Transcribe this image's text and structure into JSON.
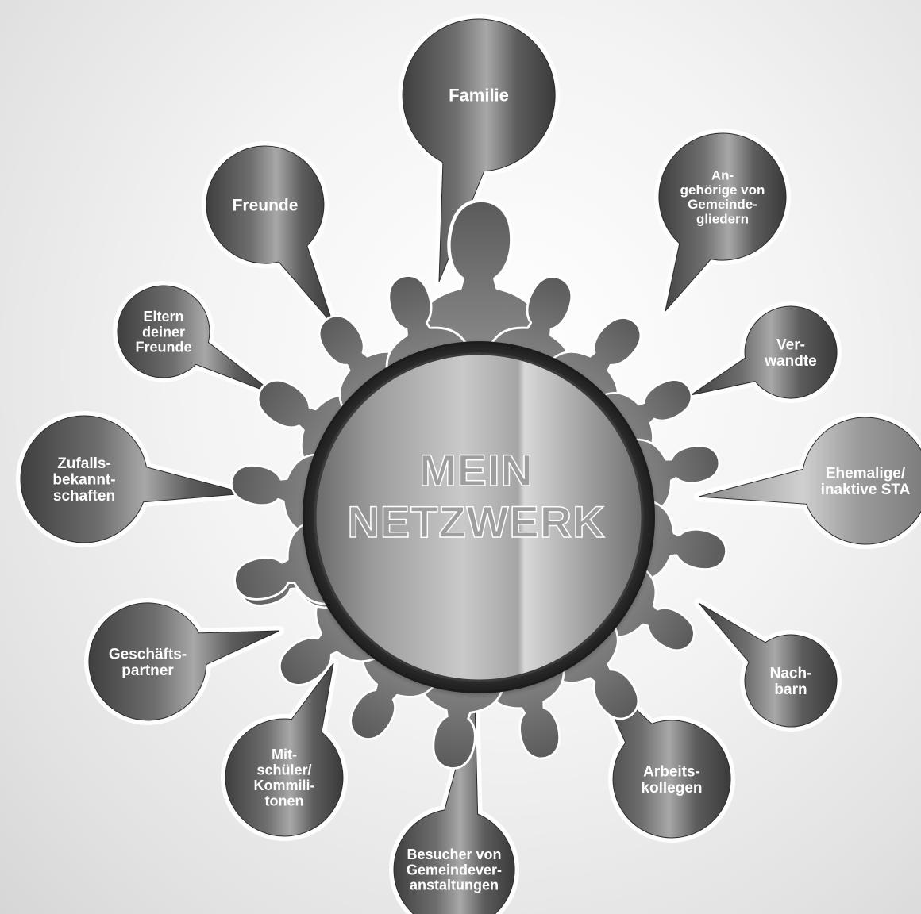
{
  "center": {
    "line1": "MEIN",
    "line2": "NETZWERK"
  },
  "bubbles": {
    "familie": [
      "Familie"
    ],
    "angehoerige": [
      "An-",
      "gehörige von",
      "Gemeinde-",
      "gliedern"
    ],
    "freunde": [
      "Freunde"
    ],
    "eltern": [
      "Eltern",
      "deiner",
      "Freunde"
    ],
    "verwandte": [
      "Ver-",
      "wandte"
    ],
    "zufall": [
      "Zufalls-",
      "bekannt-",
      "schaften"
    ],
    "ehemalige": [
      "Ehemalige/",
      "inaktive STA"
    ],
    "geschaeft": [
      "Geschäfts-",
      "partner"
    ],
    "nachbarn": [
      "Nach-",
      "barn"
    ],
    "mitschueler": [
      "Mit-",
      "schüler/",
      "Kommili-",
      "tonen"
    ],
    "arbeit": [
      "Arbeits-",
      "kollegen"
    ],
    "besucher": [
      "Besucher von",
      "Gemeindever-",
      "anstaltungen"
    ]
  },
  "colors": {
    "bubble_dark": "#4a4a4a",
    "bubble_mid": "#7a7a7a",
    "bubble_light": "#b5b5b5",
    "silhouette": "#6b6b6b",
    "outline": "#ffffff"
  }
}
